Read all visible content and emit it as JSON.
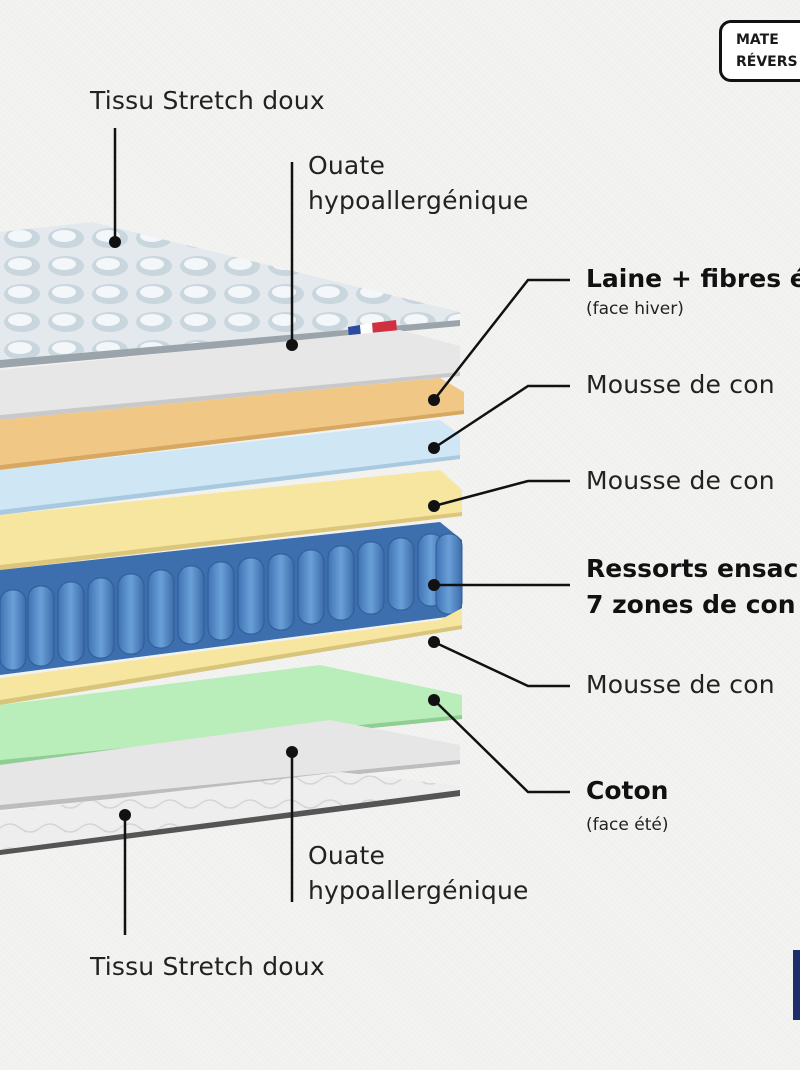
{
  "badge": {
    "line1": "MATE",
    "line2": "RÉVERS"
  },
  "labels": {
    "top_fabric": "Tissu Stretch doux",
    "top_wadding_1": "Ouate",
    "top_wadding_2": "hypoallergénique",
    "wool_title": "Laine + fibres é",
    "wool_sub": "(face hiver)",
    "foam_1": "Mousse de con",
    "foam_2": "Mousse de con",
    "springs_1": "Ressorts ensacl",
    "springs_2": "7 zones de con",
    "foam_3": "Mousse de con",
    "cotton_title": "Coton",
    "cotton_sub": "(face été)",
    "bottom_wadding_1": "Ouate",
    "bottom_wadding_2": "hypoallergénique",
    "bottom_fabric": "Tissu Stretch doux"
  },
  "colors": {
    "quilt_top": "#dfe6ea",
    "wadding": "#e9e9e9",
    "wool_layer": "#f1c786",
    "blue_foam": "#cfe6f5",
    "yellow_foam": "#f7e6a0",
    "springs": "#5b8fcb",
    "green_layer": "#b9eebb",
    "flag_blue": "#2b4aa0",
    "flag_red": "#d23040"
  }
}
